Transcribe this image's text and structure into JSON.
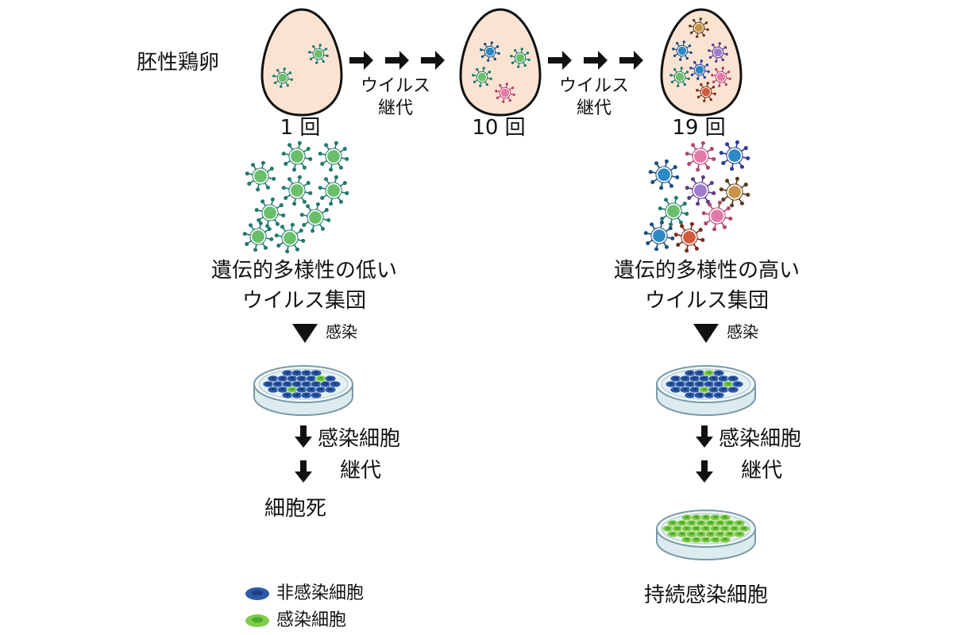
{
  "header": {
    "egg_label": "胚性鶏卵",
    "passage_label_1": "ウイルス",
    "passage_label_2": "継代",
    "passage_label_b1": "ウイルス",
    "passage_label_b2": "継代",
    "count_1": "1 回",
    "count_10": "10 回",
    "count_19": "19 回"
  },
  "left": {
    "pop_line1": "遺伝的多様性の低い",
    "pop_line2": "ウイルス集団",
    "infect_label": "感染",
    "passage_label_1": "感染細胞",
    "passage_label_2": "継代",
    "outcome": "細胞死"
  },
  "right": {
    "pop_line1": "遺伝的多様性の高い",
    "pop_line2": "ウイルス集団",
    "infect_label": "感染",
    "passage_label_1": "感染細胞",
    "passage_label_2": "継代",
    "outcome": "持続感染細胞"
  },
  "legend": {
    "uninfected": "非感染細胞",
    "infected": "感染細胞"
  },
  "colors": {
    "egg_fill": "#fbe3d2",
    "virus_green": "#6abf69",
    "virus_spike": "#1f7a6d",
    "virus_blue": "#2b89c6",
    "virus_pink": "#e27aa8",
    "virus_purple": "#a07acd",
    "virus_navy": "#2a3a9a",
    "virus_brown": "#c8944a",
    "virus_red": "#d05a3c",
    "cell_blue": "#2c5aa8",
    "cell_green": "#7ecb4a"
  }
}
